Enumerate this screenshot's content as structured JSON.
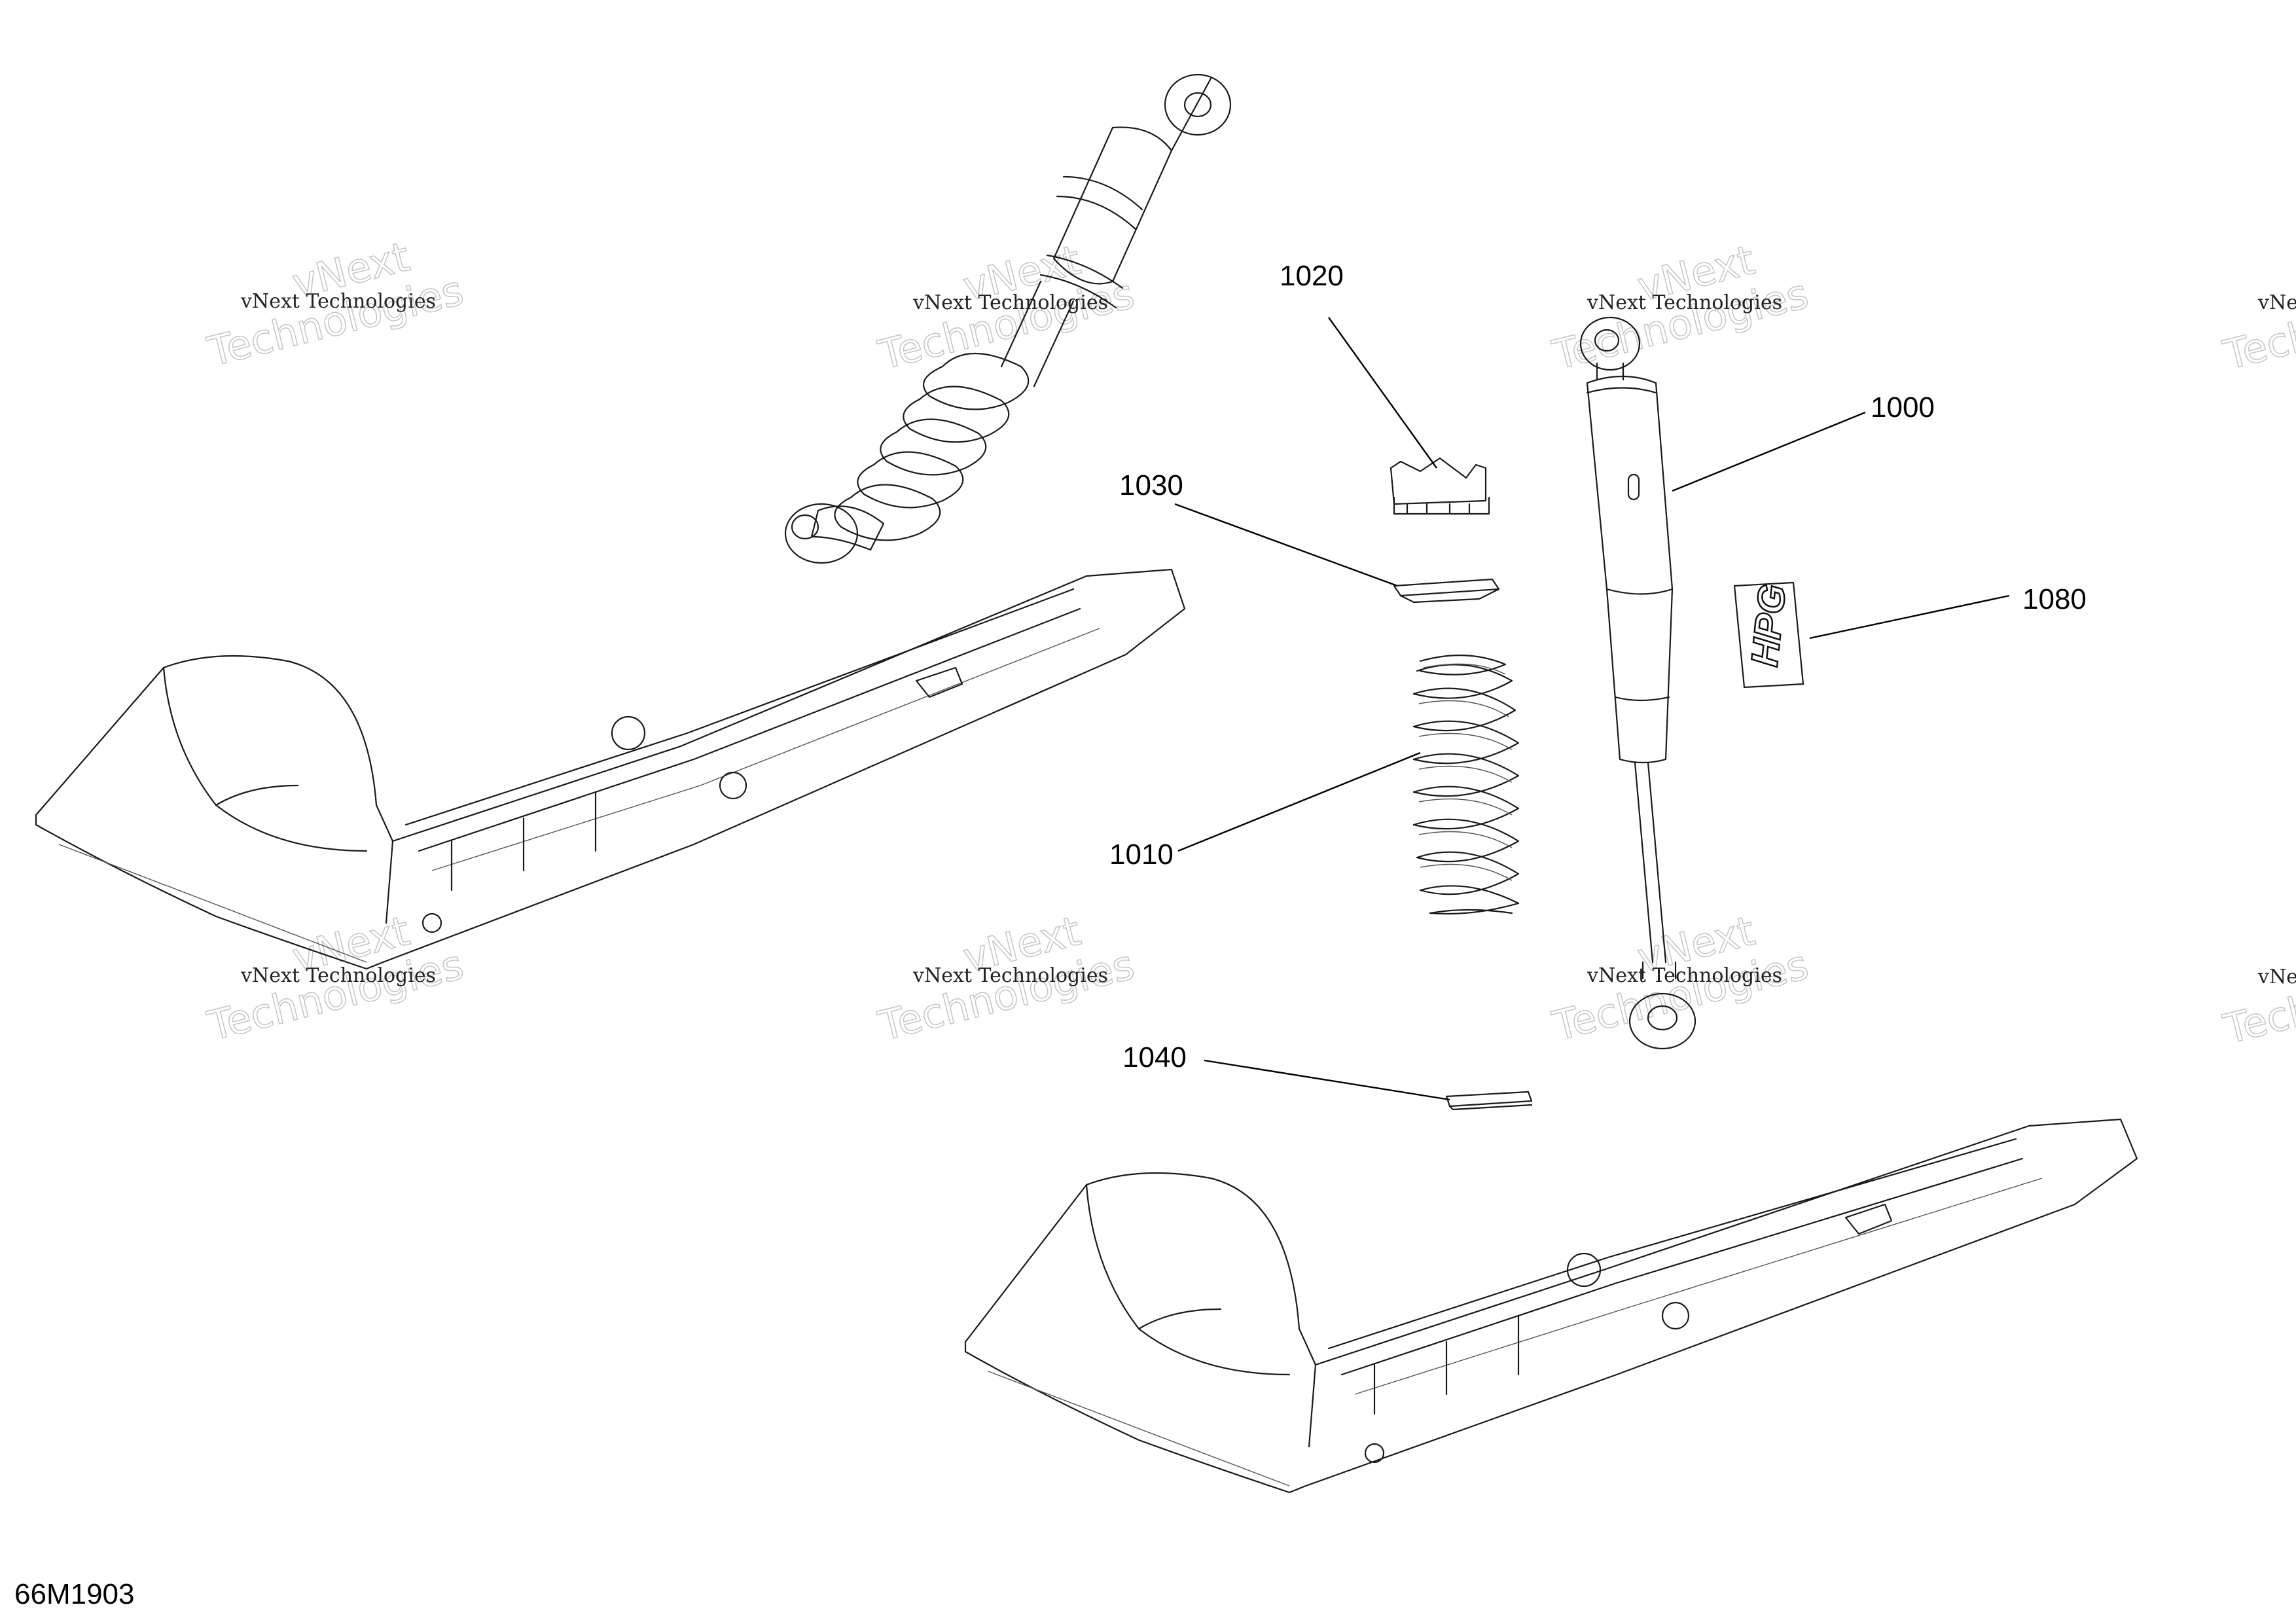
{
  "figure_id": "66M1903",
  "watermark": {
    "line1": "vNext Technologies",
    "line2": "Technologies",
    "line3": "vNext"
  },
  "callouts": [
    {
      "id": "c1000",
      "label": "1000"
    },
    {
      "id": "c1010",
      "label": "1010"
    },
    {
      "id": "c1020",
      "label": "1020"
    },
    {
      "id": "c1030",
      "label": "1030"
    },
    {
      "id": "c1040",
      "label": "1040"
    },
    {
      "id": "c1080",
      "label": "1080"
    }
  ],
  "decal_text": "HPG"
}
